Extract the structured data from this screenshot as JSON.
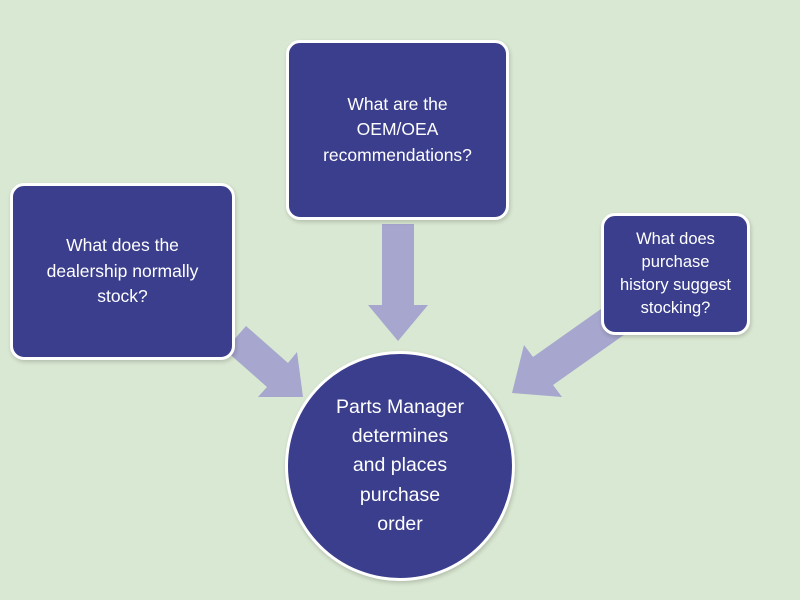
{
  "diagram": {
    "background_color": "#d9e8d2",
    "node_fill_color": "#3a3e8c",
    "node_border_color": "#ffffff",
    "node_text_color": "#ffffff",
    "arrow_color": "#a6a6ce",
    "nodes": {
      "left_box": {
        "label": "What does the dealership normally stock?",
        "lines": [
          "What does the",
          "dealership normally",
          "stock?"
        ]
      },
      "top_box": {
        "label": "What are the OEM/OEA recommendations?",
        "lines": [
          "What are the",
          "OEM/OEA",
          "recommendations?"
        ]
      },
      "right_box": {
        "label": "What does purchase history suggest stocking?",
        "lines": [
          "What does",
          "purchase",
          "history suggest",
          "stocking?"
        ]
      },
      "center_circle": {
        "label": "Parts Manager determines and places purchase order",
        "lines": [
          "Parts Manager",
          "determines",
          "and places",
          "purchase",
          "order"
        ]
      }
    }
  }
}
